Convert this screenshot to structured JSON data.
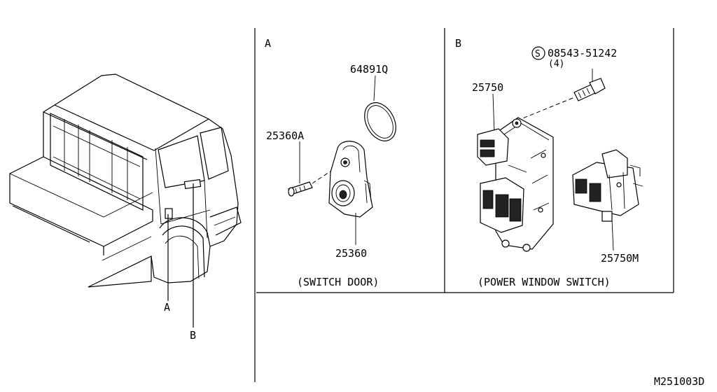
{
  "panels": {
    "a": {
      "letter": "A",
      "caption": "(SWITCH DOOR)"
    },
    "b": {
      "letter": "B",
      "caption": "(POWER WINDOW SWITCH)"
    }
  },
  "vehicle": {
    "callout_a": "A",
    "callout_b": "B"
  },
  "parts": {
    "p64891q": "64891Q",
    "p25360a": "25360A",
    "p25360": "25360",
    "p25750": "25750",
    "p25750m": "25750M",
    "p08543": "08543-51242",
    "p08543_qty": "(4)",
    "s_symbol": "S"
  },
  "diagram_id": "M251003D"
}
